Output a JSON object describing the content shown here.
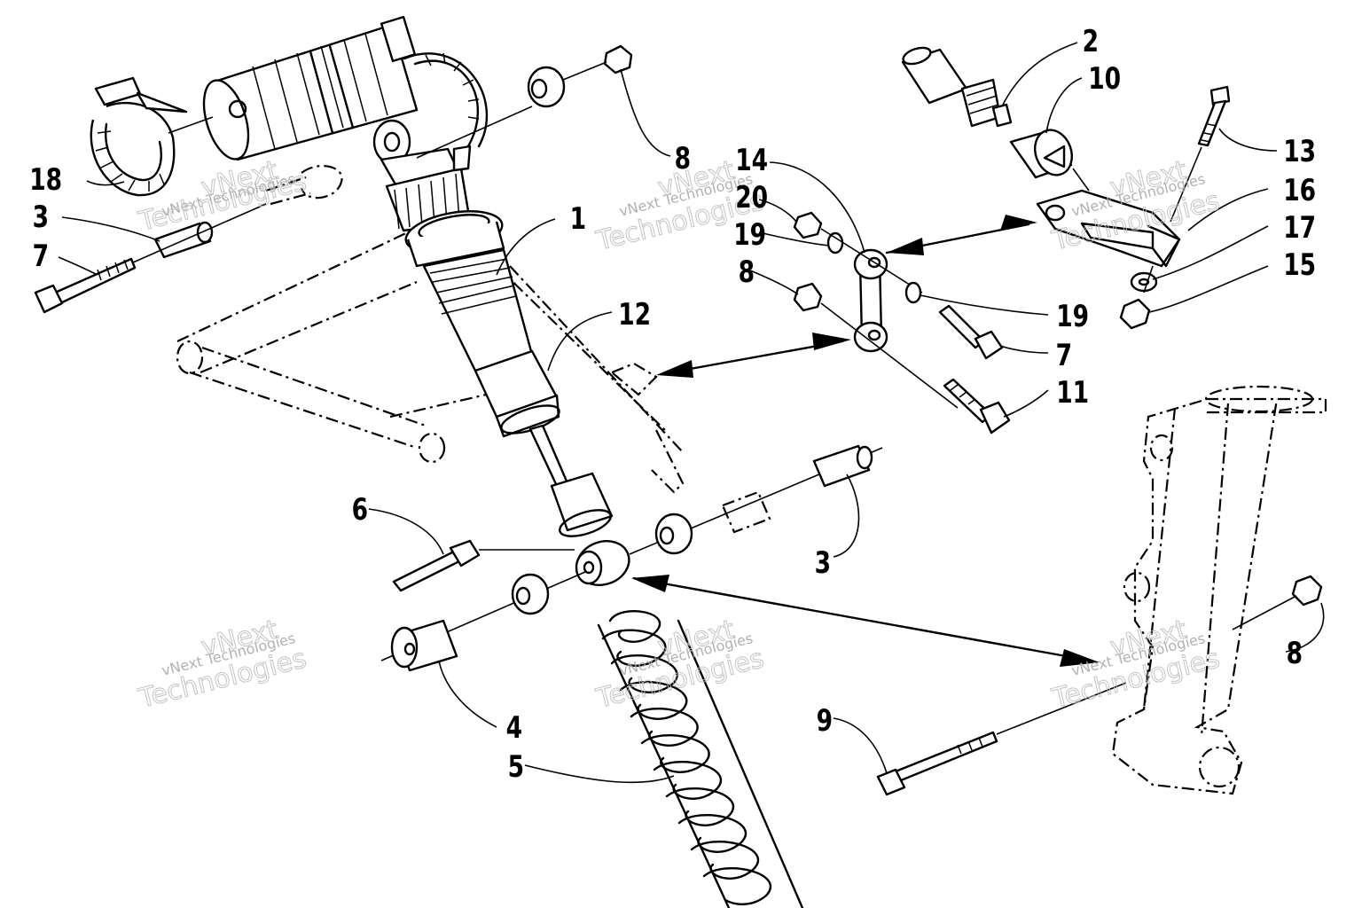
{
  "callouts": [
    {
      "id": "1",
      "text": "1"
    },
    {
      "id": "2",
      "text": "2"
    },
    {
      "id": "3a",
      "text": "3"
    },
    {
      "id": "3b",
      "text": "3"
    },
    {
      "id": "4",
      "text": "4"
    },
    {
      "id": "5",
      "text": "5"
    },
    {
      "id": "6",
      "text": "6"
    },
    {
      "id": "7a",
      "text": "7"
    },
    {
      "id": "7b",
      "text": "7"
    },
    {
      "id": "8a",
      "text": "8"
    },
    {
      "id": "8b",
      "text": "8"
    },
    {
      "id": "8c",
      "text": "8"
    },
    {
      "id": "9",
      "text": "9"
    },
    {
      "id": "10",
      "text": "10"
    },
    {
      "id": "11",
      "text": "11"
    },
    {
      "id": "12",
      "text": "12"
    },
    {
      "id": "13",
      "text": "13"
    },
    {
      "id": "14",
      "text": "14"
    },
    {
      "id": "15",
      "text": "15"
    },
    {
      "id": "16",
      "text": "16"
    },
    {
      "id": "17",
      "text": "17"
    },
    {
      "id": "18",
      "text": "18"
    },
    {
      "id": "19a",
      "text": "19"
    },
    {
      "id": "19b",
      "text": "19"
    },
    {
      "id": "20",
      "text": "20"
    }
  ],
  "watermark": {
    "small": "vNext Technologies",
    "large_line1": "vNext",
    "large_line2": "Technologies"
  },
  "colors": {
    "ink": "#000000",
    "paper": "#ffffff",
    "watermark": "#a9a9a9"
  }
}
